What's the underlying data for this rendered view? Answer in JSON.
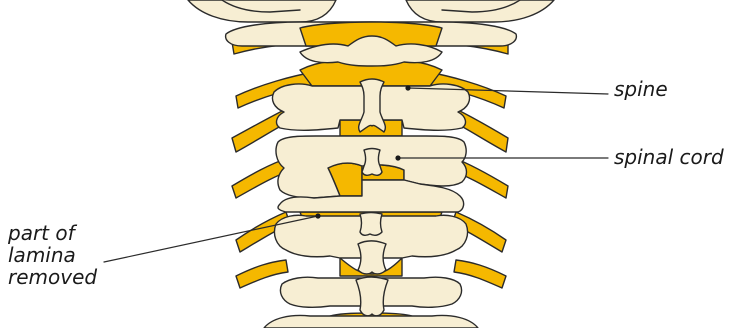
{
  "labels": {
    "spine": "spine",
    "spinal_cord": "spinal cord",
    "lamina_line1": "part of",
    "lamina_line2": "lamina",
    "lamina_line3": "removed"
  },
  "colors": {
    "bone": "#f7eed3",
    "outline": "#2b2b2b",
    "nerve": "#f5b800",
    "background": "#ffffff"
  }
}
